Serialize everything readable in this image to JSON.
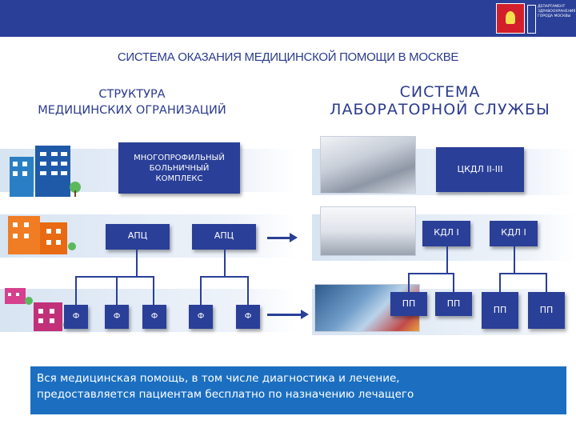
{
  "brand": {
    "badge_text": "ДЕПАРТАМЕНТ ЗДРАВООХРАНЕНИЯ ГОРОДА МОСКВЫ",
    "color_primary": "#2a3f97",
    "color_footer": "#1c6fc0"
  },
  "title": "СИСТЕМА ОКАЗАНИЯ МЕДИЦИНСКОЙ  ПОМОЩИ В МОСКВЕ",
  "left": {
    "heading_line1": "СТРУКТУРА",
    "heading_line2": "МЕДИЦИНСКИХ ОГРАНИЗАЦИЙ",
    "top_box_line1": "МНОГОПРОФИЛЬНЫЙ",
    "top_box_line2": "БОЛЬНИЧНЫЙ",
    "top_box_line3": "КОМПЛЕКС",
    "apc_boxes": [
      "АПЦ",
      "АПЦ"
    ],
    "f_boxes": [
      "Ф",
      "Ф",
      "Ф",
      "Ф",
      "Ф"
    ]
  },
  "right": {
    "heading_line1": "СИСТЕМА",
    "heading_line2": "ЛАБОРАТОРНОЙ СЛУЖБЫ",
    "top_box": "ЦКДЛ II-III",
    "kdl_boxes": [
      "КДЛ I",
      "КДЛ I"
    ],
    "pp_boxes": [
      "ПП",
      "ПП",
      "ПП",
      "ПП"
    ]
  },
  "footer": {
    "line1": "Вся медицинская помощь, в том  числе диагностика и лечение,",
    "line2": "предоставляется пациентам бесплатно по назначению лечащего"
  }
}
